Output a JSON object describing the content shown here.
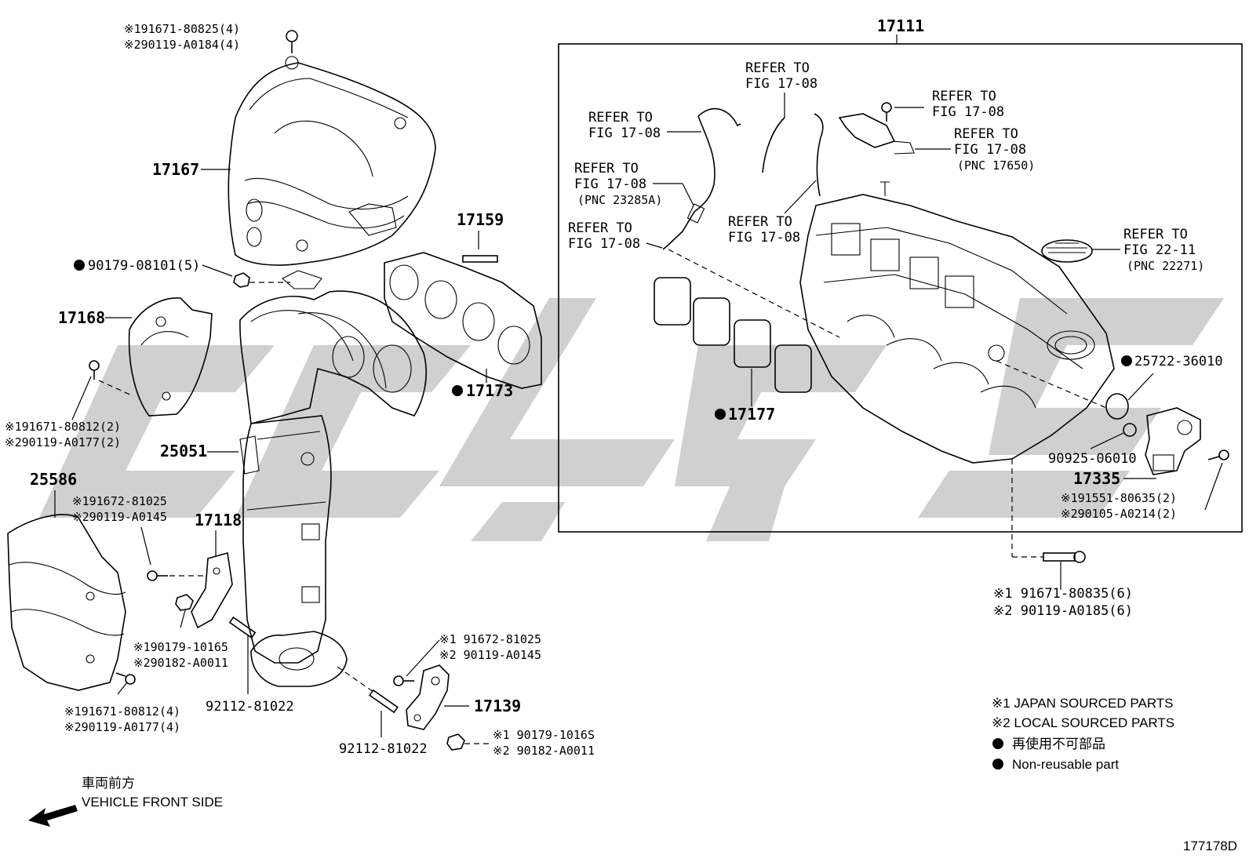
{
  "diagram": {
    "figure_code": "177178D",
    "group_number": "17111",
    "parts": {
      "p17167": "17167",
      "p17168": "17168",
      "p17159": "17159",
      "p17173": "17173",
      "p25051": "25051",
      "p25586": "25586",
      "p17118": "17118",
      "p17139": "17139",
      "p17177": "17177",
      "p17335": "17335",
      "p90925": "90925-06010",
      "p25722": "25722-36010",
      "p92112a": "92112-81022",
      "p92112b": "92112-81022",
      "p90179_5": "90179-08101(5)"
    },
    "fasteners": {
      "top1": "※191671-80825(4)",
      "top2": "※290119-A0184(4)",
      "left1": "※191671-80812(2)",
      "left2": "※290119-A0177(2)",
      "bl1": "※191671-80812(4)",
      "bl2": "※290119-A0177(4)",
      "b1": "※191672-81025",
      "b2": "※290119-A0145",
      "c1": "※190179-10165",
      "c2": "※290182-A0011",
      "d1": "※1 91672-81025",
      "d2": "※2 90119-A0145",
      "e1": "※1 90179-1016S",
      "e2": "※2 90182-A0011",
      "f1": "※191551-80635(2)",
      "f2": "※290105-A0214(2)",
      "g1": "※1 91671-80835(6)",
      "g2": "※2 90119-A0185(6)"
    },
    "refers": {
      "r1a": "REFER TO",
      "r1b": "FIG 17-08",
      "r2a": "REFER TO",
      "r2b": "FIG 17-08",
      "r2c": "(PNC 23285A)",
      "r3a": "REFER TO",
      "r3b": "FIG 17-08",
      "r4a": "REFER TO",
      "r4b": "FIG 17-08",
      "r5a": "REFER TO",
      "r5b": "FIG 17-08",
      "r6a": "REFER TO",
      "r6b": "FIG 17-08",
      "r7a": "REFER TO",
      "r7b": "FIG 17-08",
      "r7c": "(PNC 17650)",
      "r8a": "REFER TO",
      "r8b": "FIG 22-11",
      "r8c": "(PNC 22271)"
    },
    "legend": {
      "l1": "※1 JAPAN SOURCED PARTS",
      "l2": "※2 LOCAL SOURCED PARTS",
      "l3": "再使用不可部品",
      "l4": "Non-reusable part"
    },
    "direction": {
      "jp": "車両前方",
      "en": "VEHICLE FRONT SIDE"
    }
  }
}
